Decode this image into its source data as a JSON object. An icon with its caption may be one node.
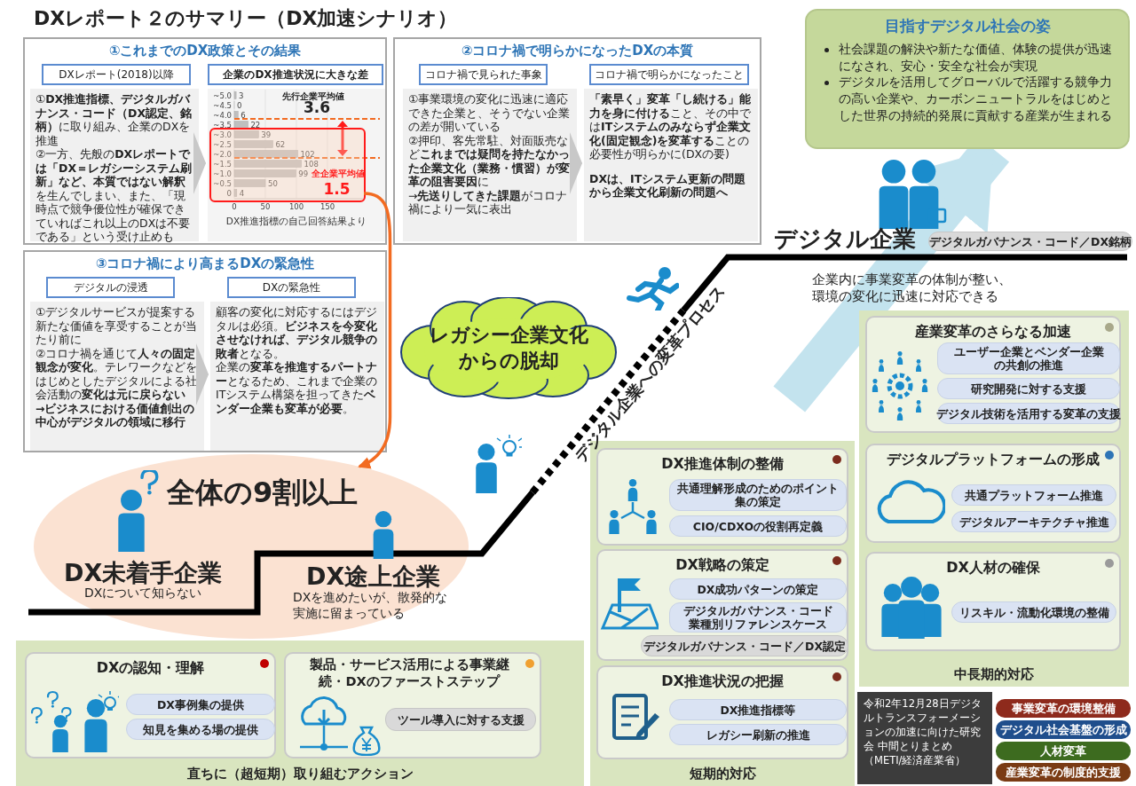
{
  "diagram": {
    "title": "DXレポート２のサマリー（DX加速シナリオ）",
    "caption": "令和2年12月28日デジタルトランスフォーメーションの加速に向けた研究会 中間とりまとめ（METI/経済産業省）",
    "nodes": [
      {
        "text": [
          "①これまでのDX政策とその結果"
        ]
      },
      {
        "text": [
          "DXレポート(2018)以降"
        ],
        "in": 0
      },
      {
        "text": [
          "①**DX推進指標、デジタルガバナンス・コード（DX認定、銘柄）**に取り組み、企業のDXを推進",
          "②一方、先般の**DXレポートでは「DX＝レガシーシステム刷新」など、本質ではない解釈**を生んでしまい、また、「現時点で競争優位性が確保できていればこれ以上のDXは不要である」という受け止めも"
        ],
        "in": 0
      },
      {
        "text": [
          "企業のDX推進状況に大きな差"
        ],
        "in": 0
      },
      {
        "text": [],
        "shape": "chart",
        "in": 0
      },
      {
        "text": [
          "全企業平均値",
          "1.5"
        ],
        "in": 4
      },
      {
        "text": [
          "②コロナ禍で明らかになったDXの本質"
        ]
      },
      {
        "text": [
          "コロナ禍で見られた事象"
        ],
        "in": 6
      },
      {
        "text": [
          "①事業環境の変化に迅速に適応できた企業と、そうでない企業の差が開いている",
          "②押印、客先常駐、対面販売など**これまでは疑問を持たなかった企業文化（業務・慣習）が変革の阻害要因**に",
          "→**先送りしてきた課題**がコロナ禍により一気に表出"
        ],
        "in": 6
      },
      {
        "text": [
          "コロナ禍で明らかになったこと"
        ],
        "in": 6
      },
      {
        "text": [
          "**「素早く」変革「し続ける」能力を身に付ける**こと、その中では**ITシステムのみならず企業文化(固定観念)を変革する**ことの必要性が明らかに(DXの要)",
          "DXは、ITシステム更新の問題から企業文化刷新の問題へ"
        ],
        "in": 6
      },
      {
        "text": [
          "③コロナ禍により高まるDXの緊急性"
        ]
      },
      {
        "text": [
          "デジタルの浸透"
        ],
        "in": 11
      },
      {
        "text": [
          "①デジタルサービスが提案する新たな価値を享受することが当たり前に",
          "②コロナ禍を通じて**人々の固定観念が変化**。テレワークなどをはじめとしたデジタルによる社会活動の**変化は元に戻らない**",
          "→ビジネスにおける価値創出の中心がデジタルの領域に移行"
        ],
        "in": 11
      },
      {
        "text": [
          "DXの緊急性"
        ],
        "in": 11
      },
      {
        "text": [
          "顧客の変化に対応するにはデジタルは必須。**ビジネスを今変化させなければ、デジタル競争の敗者**となる。",
          "企業の**変革を推進するパートナー**となるため、これまで企業のITシステム構築を担ってきた**ベンダー企業も変革が必要**。"
        ],
        "in": 11
      },
      {
        "text": [
          "目指すデジタル社会の姿",
          "社会課題の解決や新たな価値、体験の提供が迅速になされ、安心・安全な社会が実現",
          "デジタルを活用してグローバルで活躍する競争力の高い企業や、カーボンニュートラルをはじめとした世界の持続的発展に貢献する産業が生まれる"
        ]
      },
      {
        "text": [
          "デジタルガバナンス・コード／DX銘柄"
        ]
      },
      {
        "text": [
          "レガシー企業文化からの脱却"
        ]
      },
      {
        "text": [
          "全体の9割以上"
        ]
      },
      {
        "text": [
          "直ちに（超短期）取り組むアクション"
        ]
      },
      {
        "text": [
          "DXの認知・理解"
        ],
        "in": 20
      },
      {
        "text": [
          "DX事例集の提供"
        ],
        "in": 21
      },
      {
        "text": [
          "知見を集める場の提供"
        ],
        "in": 21
      },
      {
        "text": [
          "製品・サービス活用による事業継続・DXのファーストステップ"
        ],
        "in": 20
      },
      {
        "text": [
          "ツール導入に対する支援"
        ],
        "in": 24
      },
      {
        "text": [
          "短期的対応"
        ]
      },
      {
        "text": [
          "DX推進体制の整備"
        ],
        "in": 26
      },
      {
        "text": [
          "共通理解形成のためのポイント集の策定"
        ],
        "in": 27
      },
      {
        "text": [
          "CIO/CDXOの役割再定義"
        ],
        "in": 27
      },
      {
        "text": [
          "DX戦略の策定"
        ],
        "in": 26
      },
      {
        "text": [
          "DX成功パターンの策定"
        ],
        "in": 30
      },
      {
        "text": [
          "デジタルガバナンス・コード業種別リファレンスケース"
        ],
        "in": 30
      },
      {
        "text": [
          "デジタルガバナンス・コード／DX認定"
        ],
        "in": 30
      },
      {
        "text": [
          "DX推進状況の把握"
        ],
        "in": 26
      },
      {
        "text": [
          "DX推進指標等"
        ],
        "in": 34
      },
      {
        "text": [
          "レガシー刷新の推進"
        ],
        "in": 34
      },
      {
        "text": [
          "中長期的対応"
        ]
      },
      {
        "text": [
          "産業変革のさらなる加速"
        ],
        "in": 37
      },
      {
        "text": [
          "ユーザー企業とベンダー企業の共創の推進"
        ],
        "in": 38
      },
      {
        "text": [
          "研究開発に対する支援"
        ],
        "in": 38
      },
      {
        "text": [
          "デジタル技術を活用する変革の支援"
        ],
        "in": 38
      },
      {
        "text": [
          "デジタルプラットフォームの形成"
        ],
        "in": 37
      },
      {
        "text": [
          "共通プラットフォーム推進"
        ],
        "in": 42
      },
      {
        "text": [
          "デジタルアーキテクチャ推進"
        ],
        "in": 42
      },
      {
        "text": [
          "DX人材の確保"
        ],
        "in": 37
      },
      {
        "text": [
          "リスキル・流動化環境の整備"
        ],
        "in": 45
      }
    ],
    "edges": [
      {
        "from": 2,
        "to": 4,
        "arrow": "to"
      },
      {
        "from": 8,
        "to": 10,
        "arrow": "to"
      },
      {
        "from": 13,
        "to": 15,
        "arrow": "to"
      },
      {
        "from": 5,
        "to": 19,
        "arrow": "to",
        "style": "thick",
        "color": "#f26b21"
      },
      {
        "from": null,
        "to": 16,
        "arrow": "to",
        "style": "thick",
        "color": "#c3e3ee"
      }
    ],
    "labels": [
      "先行企業平均値",
      "3.6",
      "デジタル企業",
      "企業内に事業変革の体制が整い、環境の変化に迅速に対応できる",
      "デジタル企業への変革プロセス",
      "DX未着手企業",
      "DXについて知らない",
      "DX途上企業",
      "DXを進めたいが、散発的な実施に留まっている"
    ],
    "legend": [
      {
        "text": "事業変革の環境整備",
        "color": "#8e2a1c"
      },
      {
        "text": "デジタル社会基盤の形成",
        "color": "#1f4e8c"
      },
      {
        "text": "人材変革",
        "color": "#3d6b1f"
      },
      {
        "text": "産業変革の制度的支援",
        "color": "#7a3b14"
      }
    ],
    "chart_data": {
      "type": "bar",
      "orientation": "horizontal",
      "xlabel": "DX推進指標の自己回答結果より",
      "categories": [
        "~5.0",
        "~4.5",
        "~4.0",
        "~3.5",
        "~3.0",
        "~2.5",
        "~2.0",
        "~1.5",
        "~1.0",
        "~0.5",
        "0"
      ],
      "values": [
        3,
        0,
        6,
        22,
        39,
        62,
        102,
        108,
        99,
        50,
        4
      ],
      "xticks": [
        0,
        50,
        100,
        150
      ],
      "xlim": [
        0,
        210
      ],
      "grid": true,
      "data_labels": true
    }
  }
}
